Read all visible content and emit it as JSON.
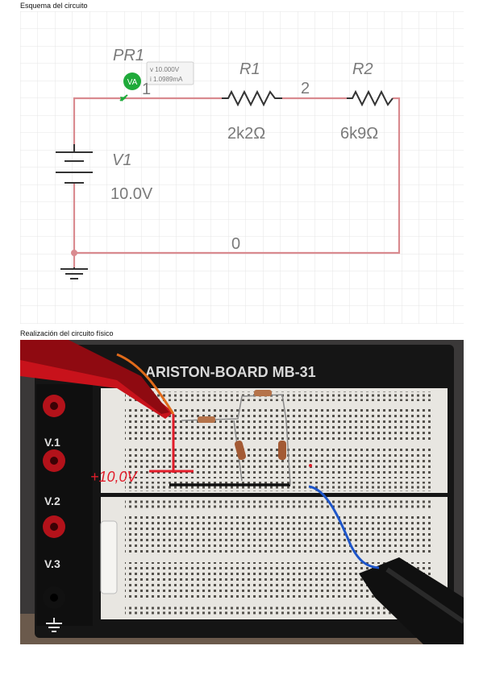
{
  "sections": {
    "schematic_title": "Esquema del circuito",
    "physical_title": "Realización del circuito físico"
  },
  "schematic": {
    "probe": {
      "name": "PR1",
      "icon_text": "VA",
      "voltage": "v 10.000V",
      "current": "i 1.0989mA"
    },
    "components": {
      "r1": {
        "name": "R1",
        "value": "2k2Ω"
      },
      "r2": {
        "name": "R2",
        "value": "6k9Ω"
      },
      "v1": {
        "name": "V1",
        "value": "10.0V"
      }
    },
    "nodes": {
      "n1": "1",
      "n2": "2",
      "n0": "0"
    },
    "colors": {
      "wire": "#d98a8f",
      "grid": "#e6e6e6",
      "probe": "#1faa3a",
      "component": "#333333"
    }
  },
  "photo": {
    "board_label": "ARISTON-BOARD MB-31",
    "side_labels": [
      "V.1",
      "V.2",
      "V.3"
    ],
    "annotation": "+10,0V",
    "ground_icon": "ground-icon"
  }
}
